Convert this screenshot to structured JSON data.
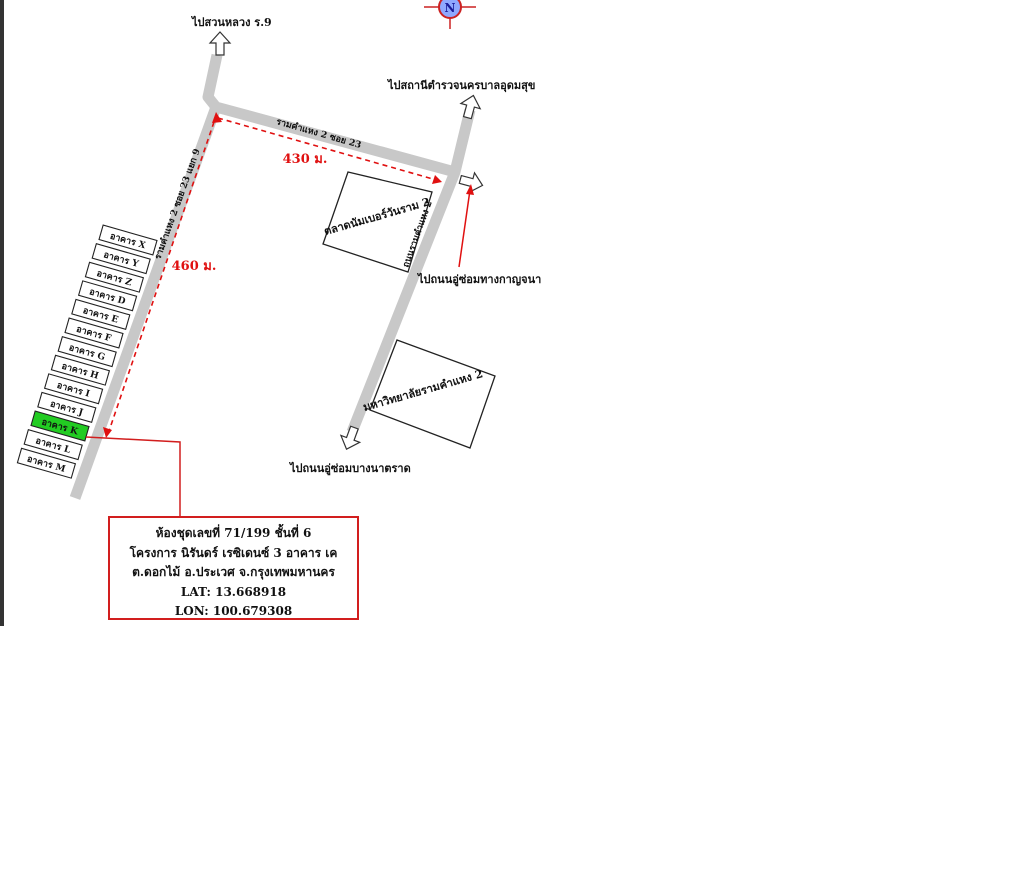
{
  "colors": {
    "road": "#c8c8c8",
    "distance_line": "#e01010",
    "highlight_building": "#22cc22",
    "compass_ring": "#cc2222",
    "compass_fill": "#8fa8ff"
  },
  "compass": {
    "label": "N"
  },
  "destinations": {
    "north_left": "ไปสวนหลวง ร.9",
    "north_right": "ไปสถานีตำรวจนครบาลอุดมสุข",
    "east_right": "ไปถนนอู่ซ่อมทางกาญจนา",
    "south": "ไปถนนอู่ซ่อมบางนาตราด"
  },
  "roads": {
    "soi_23": "รามคำแหง 2 ซอย 23",
    "soi_23_side": "รามคำแหง 2 ซอย 23 แยก 9",
    "main_road": "ถนนรามคำแหง 2"
  },
  "distances": {
    "horizontal": "430 ม.",
    "vertical": "460 ม."
  },
  "landmarks": {
    "market": "ตลาดนัมเบอร์วันราม 2",
    "university": "มหาวิทยาลัยรามคำแหง 2"
  },
  "buildings": [
    {
      "label": "อาคาร X",
      "highlight": false
    },
    {
      "label": "อาคาร Y",
      "highlight": false
    },
    {
      "label": "อาคาร Z",
      "highlight": false
    },
    {
      "label": "อาคาร D",
      "highlight": false
    },
    {
      "label": "อาคาร E",
      "highlight": false
    },
    {
      "label": "อาคาร F",
      "highlight": false
    },
    {
      "label": "อาคาร G",
      "highlight": false
    },
    {
      "label": "อาคาร H",
      "highlight": false
    },
    {
      "label": "อาคาร I",
      "highlight": false
    },
    {
      "label": "อาคาร J",
      "highlight": false
    },
    {
      "label": "อาคาร K",
      "highlight": true
    },
    {
      "label": "อาคาร L",
      "highlight": false
    },
    {
      "label": "อาคาร M",
      "highlight": false
    }
  ],
  "info_box": {
    "line1": "ห้องชุดเลขที่ 71/199 ชั้นที่ 6",
    "line2": "โครงการ นิรันดร์ เรซิเดนซ์ 3 อาคาร เค",
    "line3": "ต.ดอกไม้  อ.ประเวศ จ.กรุงเทพมหานคร",
    "line4": "LAT: 13.668918",
    "line5": "LON: 100.679308"
  }
}
